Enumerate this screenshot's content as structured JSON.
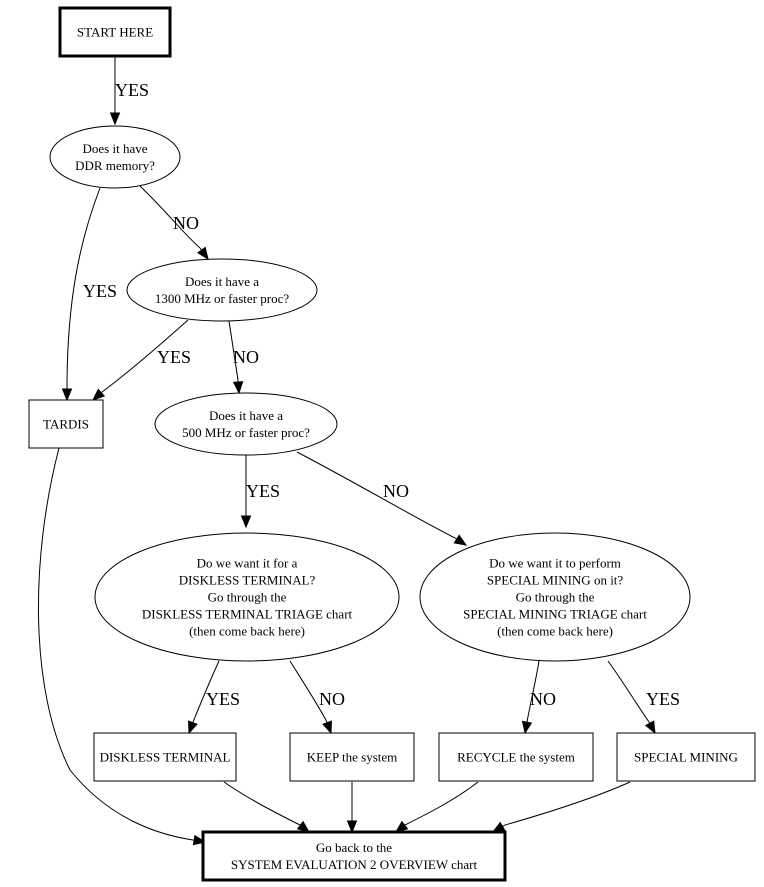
{
  "diagram": {
    "nodes": [
      {
        "id": "start",
        "shape": "box-bold",
        "lines": [
          "START HERE"
        ]
      },
      {
        "id": "ddr",
        "shape": "ellipse",
        "lines": [
          "Does it have",
          "DDR memory?"
        ]
      },
      {
        "id": "mhz1300",
        "shape": "ellipse",
        "lines": [
          "Does it have a",
          "1300 MHz or faster proc?"
        ]
      },
      {
        "id": "tardis",
        "shape": "box",
        "lines": [
          "TARDIS"
        ]
      },
      {
        "id": "mhz500",
        "shape": "ellipse",
        "lines": [
          "Does it have a",
          "500 MHz or faster proc?"
        ]
      },
      {
        "id": "diskless_q",
        "shape": "ellipse",
        "lines": [
          "Do we want it for a",
          "DISKLESS TERMINAL?",
          "Go through the",
          "DISKLESS TERMINAL TRIAGE chart",
          "(then come back here)"
        ]
      },
      {
        "id": "mining_q",
        "shape": "ellipse",
        "lines": [
          "Do we want it to perform",
          "SPECIAL MINING on it?",
          "Go through the",
          "SPECIAL MINING TRIAGE chart",
          "(then come back here)"
        ]
      },
      {
        "id": "diskless",
        "shape": "box",
        "lines": [
          "DISKLESS TERMINAL"
        ]
      },
      {
        "id": "keep",
        "shape": "box",
        "lines": [
          "KEEP the system"
        ]
      },
      {
        "id": "recycle",
        "shape": "box",
        "lines": [
          "RECYCLE the system"
        ]
      },
      {
        "id": "mining",
        "shape": "box",
        "lines": [
          "SPECIAL MINING"
        ]
      },
      {
        "id": "end",
        "shape": "box-bold",
        "lines": [
          "Go back to the",
          "SYSTEM EVALUATION 2 OVERVIEW chart"
        ]
      }
    ],
    "edges": [
      {
        "from": "start",
        "to": "ddr",
        "label": "YES"
      },
      {
        "from": "ddr",
        "to": "tardis",
        "label": "YES"
      },
      {
        "from": "ddr",
        "to": "mhz1300",
        "label": "NO"
      },
      {
        "from": "mhz1300",
        "to": "tardis",
        "label": "YES"
      },
      {
        "from": "mhz1300",
        "to": "mhz500",
        "label": "NO"
      },
      {
        "from": "mhz500",
        "to": "diskless_q",
        "label": "YES"
      },
      {
        "from": "mhz500",
        "to": "mining_q",
        "label": "NO"
      },
      {
        "from": "diskless_q",
        "to": "diskless",
        "label": "YES"
      },
      {
        "from": "diskless_q",
        "to": "keep",
        "label": "NO"
      },
      {
        "from": "mining_q",
        "to": "recycle",
        "label": "NO"
      },
      {
        "from": "mining_q",
        "to": "mining",
        "label": "YES"
      },
      {
        "from": "tardis",
        "to": "end",
        "label": ""
      },
      {
        "from": "diskless",
        "to": "end",
        "label": ""
      },
      {
        "from": "keep",
        "to": "end",
        "label": ""
      },
      {
        "from": "recycle",
        "to": "end",
        "label": ""
      },
      {
        "from": "mining",
        "to": "end",
        "label": ""
      }
    ]
  }
}
